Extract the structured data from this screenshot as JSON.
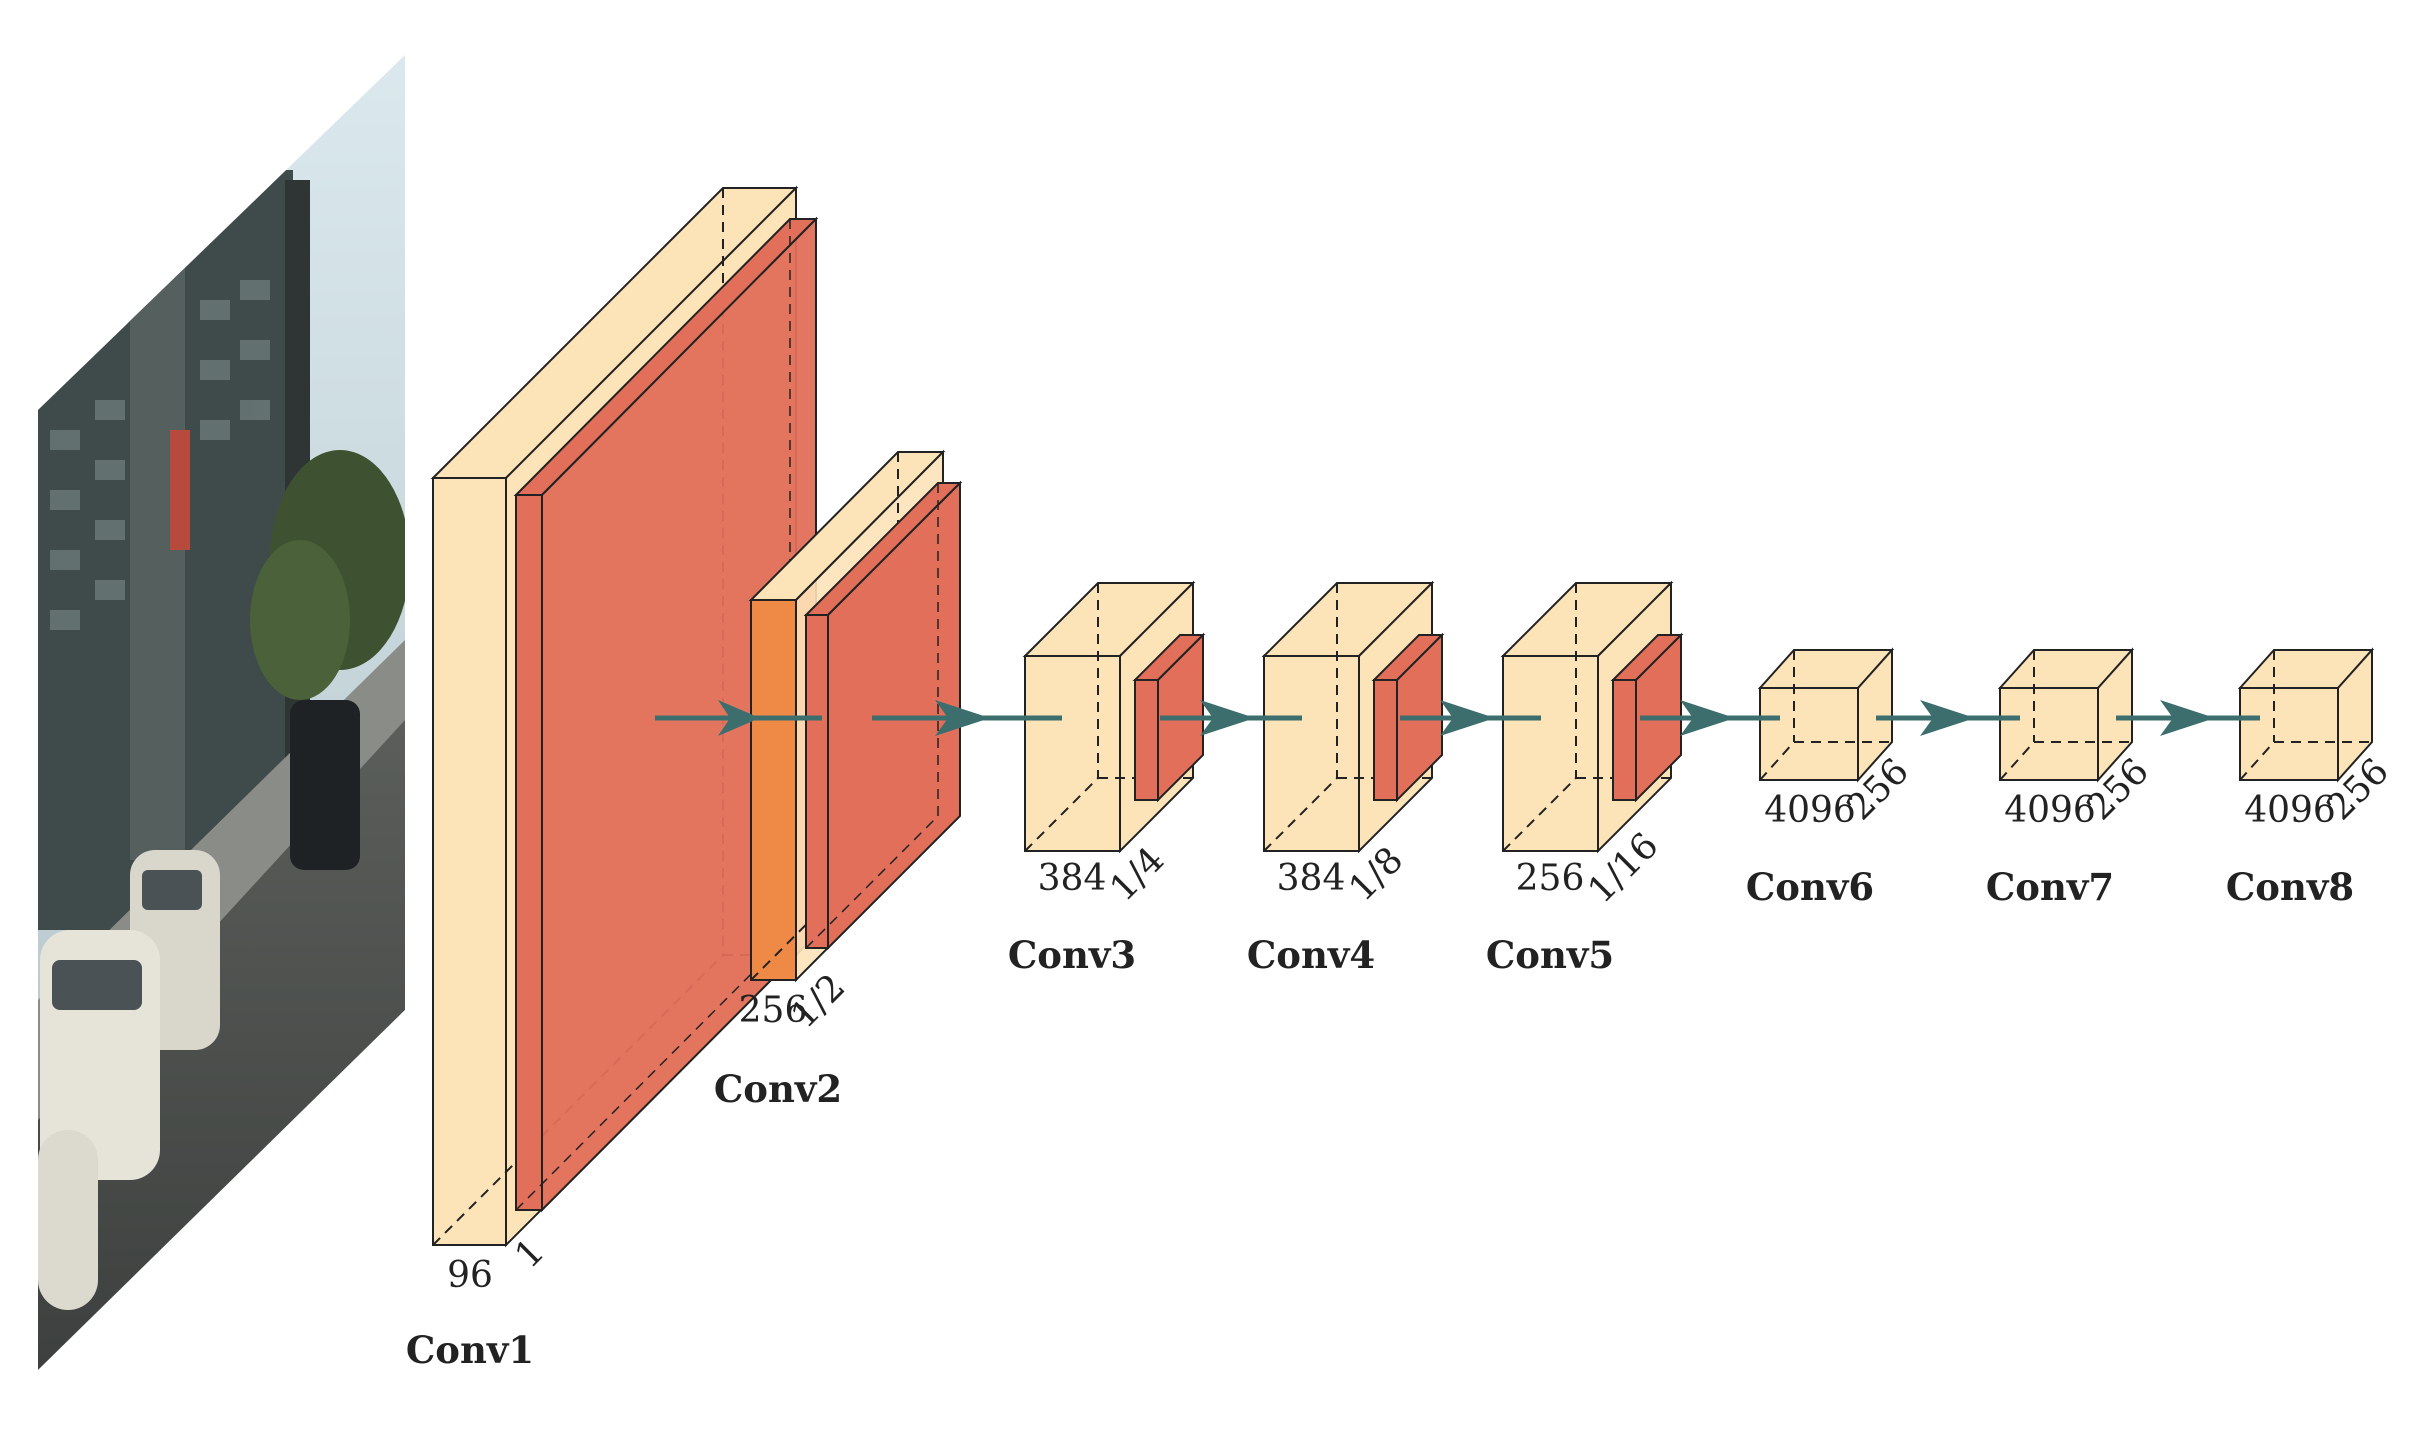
{
  "diagram": {
    "layers": [
      {
        "id": "conv1",
        "name": "Conv1",
        "channels": "96",
        "scale": "1"
      },
      {
        "id": "conv2",
        "name": "Conv2",
        "channels": "256",
        "scale": "1/2"
      },
      {
        "id": "conv3",
        "name": "Conv3",
        "channels": "384",
        "scale": "1/4"
      },
      {
        "id": "conv4",
        "name": "Conv4",
        "channels": "384",
        "scale": "1/8"
      },
      {
        "id": "conv5",
        "name": "Conv5",
        "channels": "256",
        "scale": "1/16"
      },
      {
        "id": "conv6",
        "name": "Conv6",
        "channels": "4096",
        "scale": "256"
      },
      {
        "id": "conv7",
        "name": "Conv7",
        "channels": "4096",
        "scale": "256"
      },
      {
        "id": "conv8",
        "name": "Conv8",
        "channels": "4096",
        "scale": "256"
      }
    ],
    "colors": {
      "conv_block": "#fde3b8",
      "pool_block": "#e2624c",
      "conv2_overlap": "#ee8a45",
      "arrow": "#3d6e6e",
      "outline": "#222222"
    },
    "input_image": "street-scene-photo"
  }
}
